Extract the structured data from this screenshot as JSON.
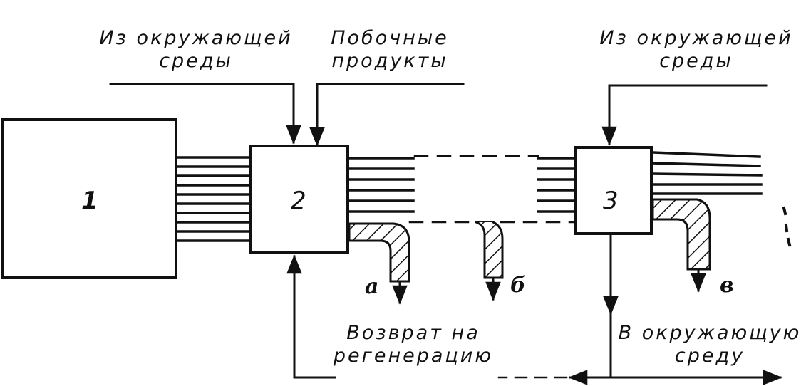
{
  "blocks": {
    "b1": "1",
    "b2": "2",
    "b3": "3"
  },
  "labels": {
    "in_left_line1": "Из окружающей",
    "in_left_line2": "среды",
    "byproducts_line1": "Побочные",
    "byproducts_line2": "продукты",
    "in_right_line1": "Из окружающей",
    "in_right_line2": "среды",
    "return_line1": "Возврат на",
    "return_line2": "регенерацию",
    "out_line1": "В окружающую",
    "out_line2": "среду"
  },
  "outputs": {
    "a": "а",
    "b": "б",
    "v": "в"
  },
  "colors": {
    "ink": "#111111",
    "background": "#ffffff"
  }
}
